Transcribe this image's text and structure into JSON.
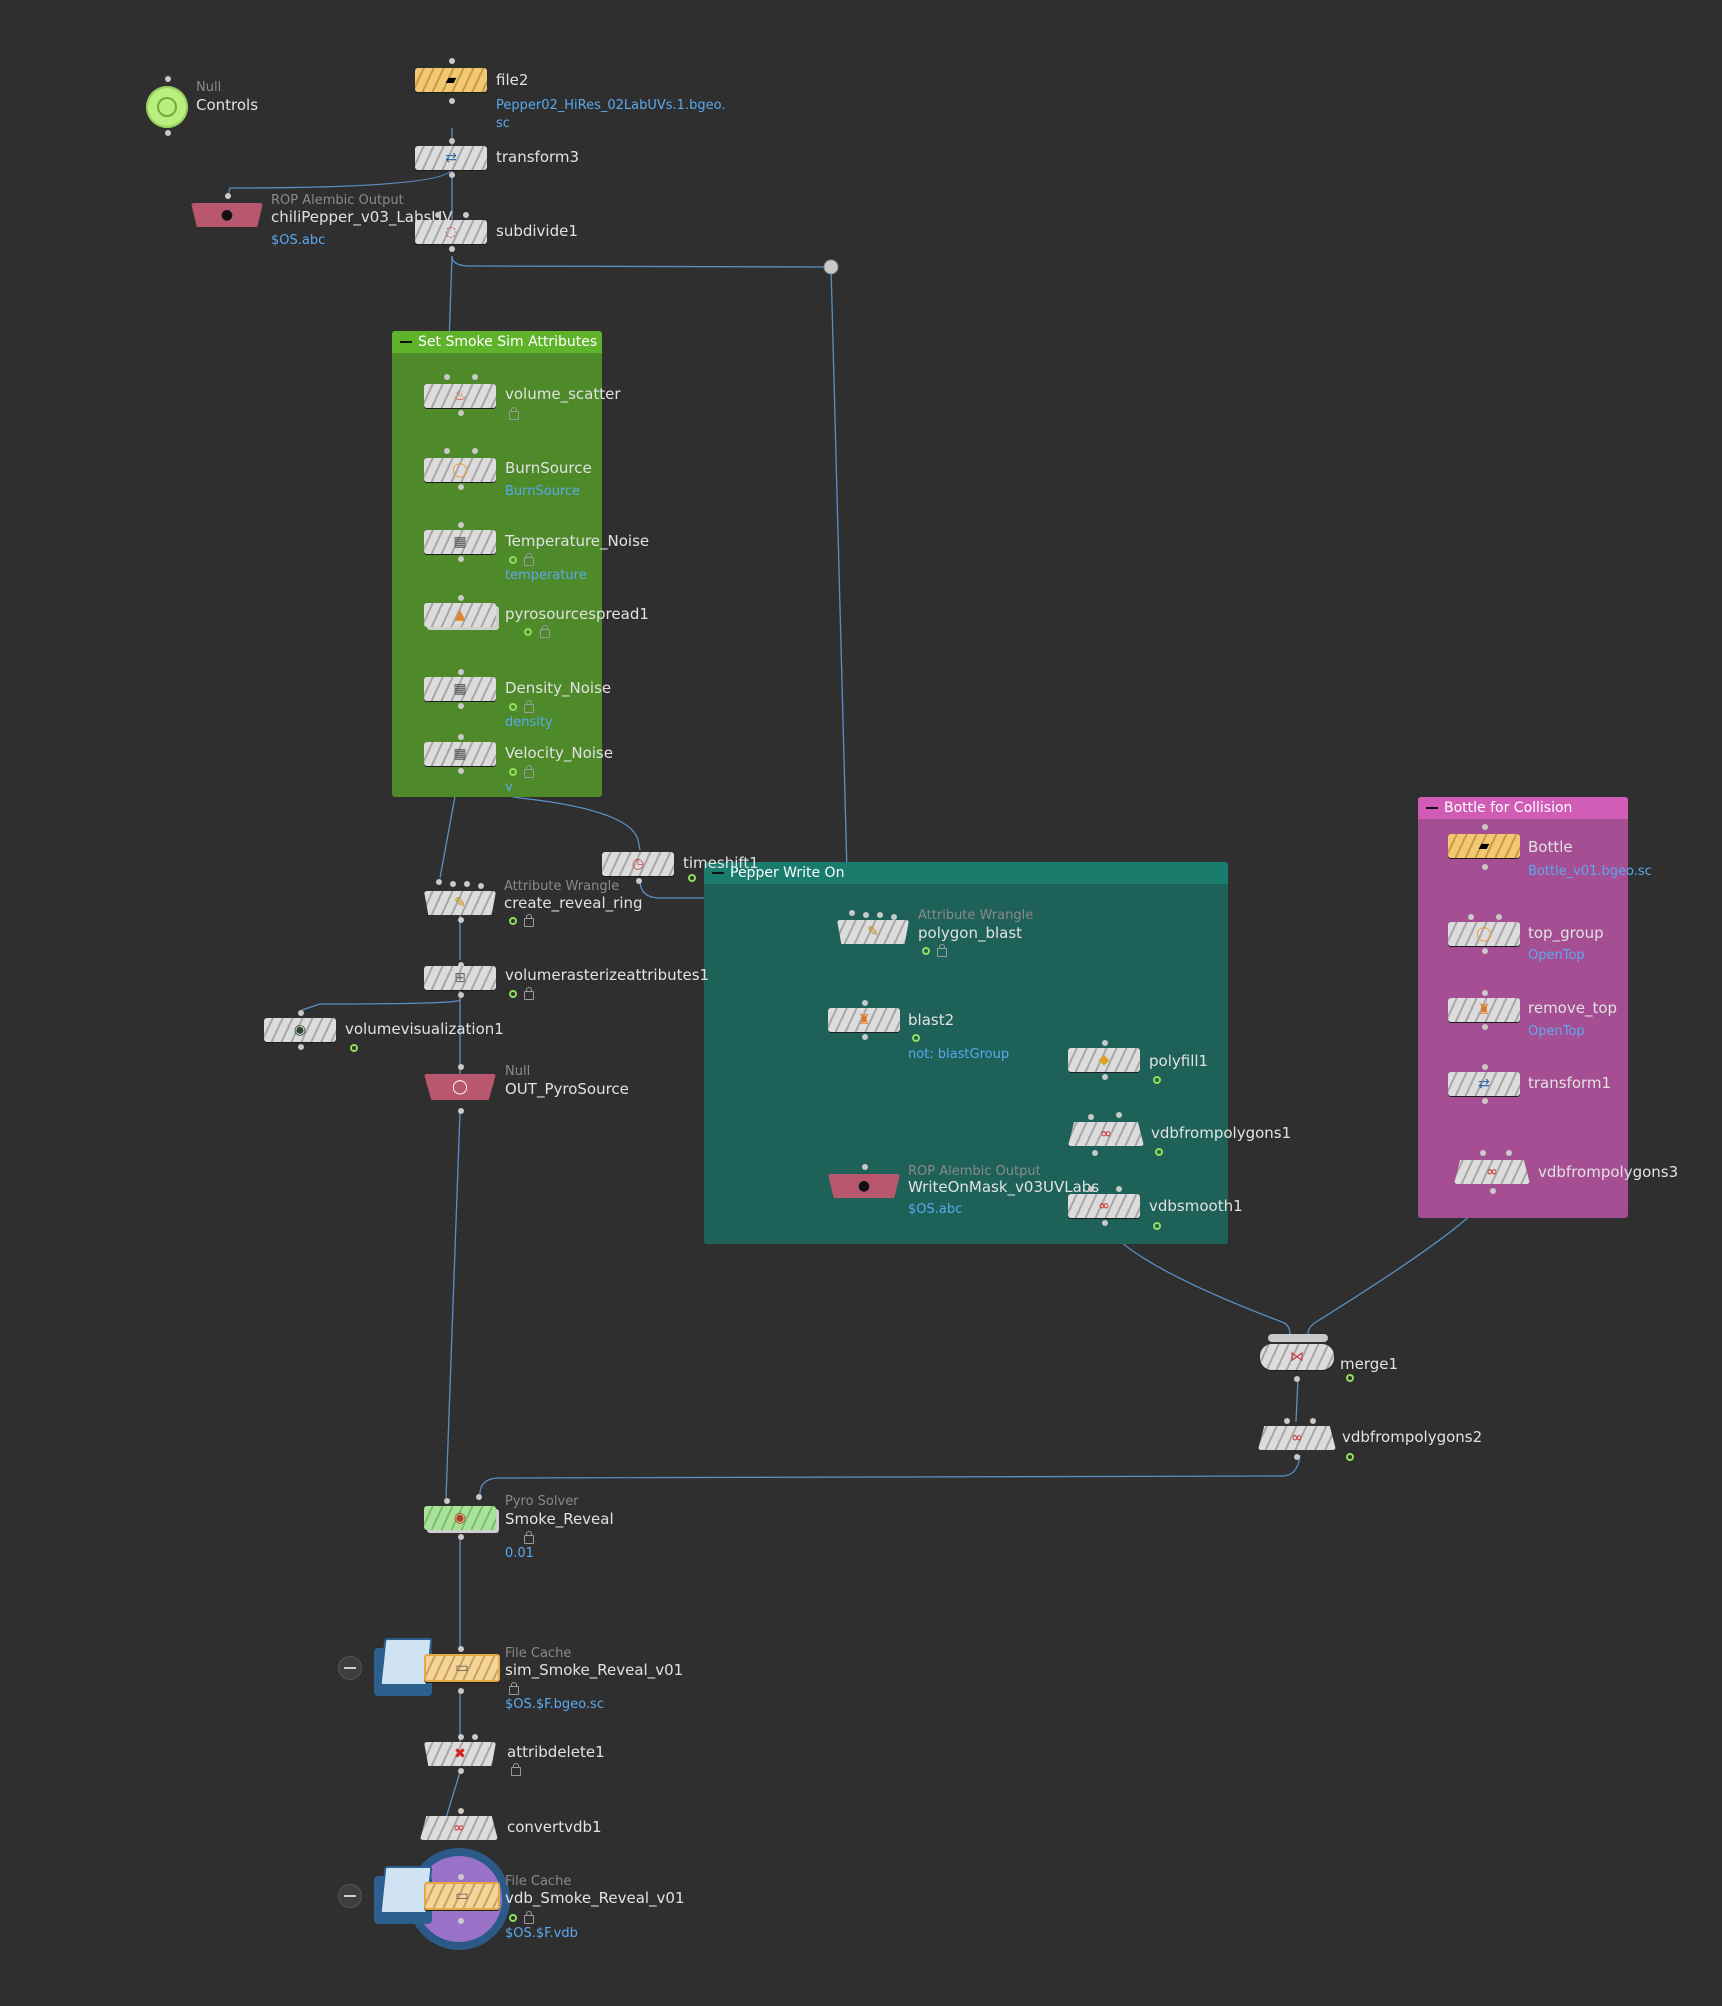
{
  "network_boxes": {
    "smoke_sim": "Set Smoke Sim Attributes",
    "pepper_write_on": "Pepper Write On",
    "bottle_collision": "Bottle for Collision"
  },
  "nodes": {
    "controls": {
      "type": "Null",
      "name": "Controls"
    },
    "file2": {
      "name": "file2",
      "parm": "Pepper02_HiRes_02LabUVs.1.bgeo.",
      "parm2": "sc"
    },
    "transform3": {
      "name": "transform3"
    },
    "rop_alembic": {
      "type": "ROP Alembic Output",
      "name": "chiliPepper_v03_LabsUV",
      "parm": "$OS.abc"
    },
    "subdivide1": {
      "name": "subdivide1"
    },
    "volume_scatter": {
      "name": "volume_scatter"
    },
    "burnsource": {
      "name": "BurnSource",
      "parm": "BurnSource"
    },
    "temperature_noise": {
      "name": "Temperature_Noise",
      "parm": "temperature"
    },
    "pyrosourcespread1": {
      "name": "pyrosourcespread1"
    },
    "density_noise": {
      "name": "Density_Noise",
      "parm": "density"
    },
    "velocity_noise": {
      "name": "Velocity_Noise",
      "parm": "v"
    },
    "timeshift1": {
      "name": "timeshift1"
    },
    "create_reveal_ring": {
      "type": "Attribute Wrangle",
      "name": "create_reveal_ring"
    },
    "volumerasterize": {
      "name": "volumerasterizeattributes1"
    },
    "volumevisualization1": {
      "name": "volumevisualization1"
    },
    "out_pyrosource": {
      "type": "Null",
      "name": "OUT_PyroSource"
    },
    "polygon_blast": {
      "type": "Attribute Wrangle",
      "name": "polygon_blast"
    },
    "blast2": {
      "name": "blast2",
      "parm": "not: blastGroup"
    },
    "polyfill1": {
      "name": "polyfill1"
    },
    "vdbfrompolygons1": {
      "name": "vdbfrompolygons1"
    },
    "writeonmask": {
      "type": "ROP Alembic Output",
      "name": "WriteOnMask_v03UVLabs",
      "parm": "$OS.abc"
    },
    "vdbsmooth1": {
      "name": "vdbsmooth1"
    },
    "bottle": {
      "name": "Bottle",
      "parm": "Bottle_v01.bgeo.sc"
    },
    "top_group": {
      "name": "top_group",
      "parm": "OpenTop"
    },
    "remove_top": {
      "name": "remove_top",
      "parm": "OpenTop"
    },
    "transform1": {
      "name": "transform1"
    },
    "vdbfrompolygons3": {
      "name": "vdbfrompolygons3"
    },
    "merge1": {
      "name": "merge1"
    },
    "vdbfrompolygons2": {
      "name": "vdbfrompolygons2"
    },
    "smoke_reveal": {
      "type": "Pyro Solver",
      "name": "Smoke_Reveal",
      "parm": "0.01"
    },
    "sim_cache": {
      "type": "File Cache",
      "name": "sim_Smoke_Reveal_v01",
      "parm": "$OS.$F.bgeo.sc"
    },
    "attribdelete1": {
      "name": "attribdelete1"
    },
    "convertvdb1": {
      "name": "convertvdb1"
    },
    "vdb_cache": {
      "type": "File Cache",
      "name": "vdb_Smoke_Reveal_v01",
      "parm": "$OS.$F.vdb"
    }
  },
  "colors": {
    "background": "#2f2f2f",
    "wire": "#5b8fc2",
    "smoke_box": "#4e8a2a",
    "pepper_box": "#1e6158",
    "bottle_box": "#a64e93",
    "parm_text": "#5aa9ee"
  },
  "icons": {
    "file": "folder-file-icon",
    "transform": "transform-arrows-icon",
    "rop": "rop-output-icon",
    "pyro": "pyro-flame-icon",
    "vdb": "vdb-infinity-icon",
    "cache": "file-cache-disk-icon"
  }
}
